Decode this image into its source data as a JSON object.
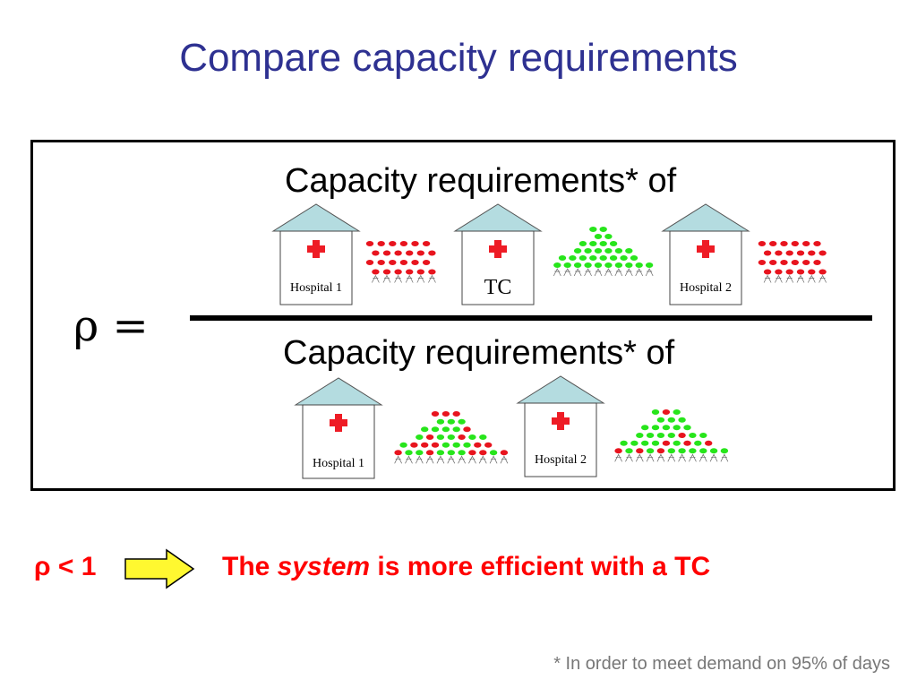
{
  "title": "Compare capacity requirements",
  "numerator": {
    "label": "Capacity requirements* of",
    "houses": [
      {
        "label": "Hospital 1",
        "crowd": "red"
      },
      {
        "label": "TC",
        "crowd": "green"
      },
      {
        "label": "Hospital 2",
        "crowd": "red"
      }
    ]
  },
  "denominator": {
    "label": "Capacity requirements* of",
    "houses": [
      {
        "label": "Hospital 1",
        "crowd": "mixed"
      },
      {
        "label": "Hospital 2",
        "crowd": "mixed"
      }
    ]
  },
  "ratio_label": "ρ =",
  "condition": "ρ < 1",
  "conclusion": {
    "pre": "The ",
    "emph": "system",
    "post": " is more efficient with a TC"
  },
  "footnote": "* In order to meet demand on 95% of days",
  "colors": {
    "title": "#2e3191",
    "roof": "#b4dce0",
    "cross": "#ee1c25",
    "patient_red": "#e8141e",
    "patient_green": "#27e51b",
    "arrow_fill": "#fff830",
    "arrow_stroke": "#000000",
    "emphasis": "#ff0000"
  },
  "icons": [
    "house-icon",
    "red-cross-icon",
    "arrow-right-icon",
    "patient-crowd-icon"
  ]
}
